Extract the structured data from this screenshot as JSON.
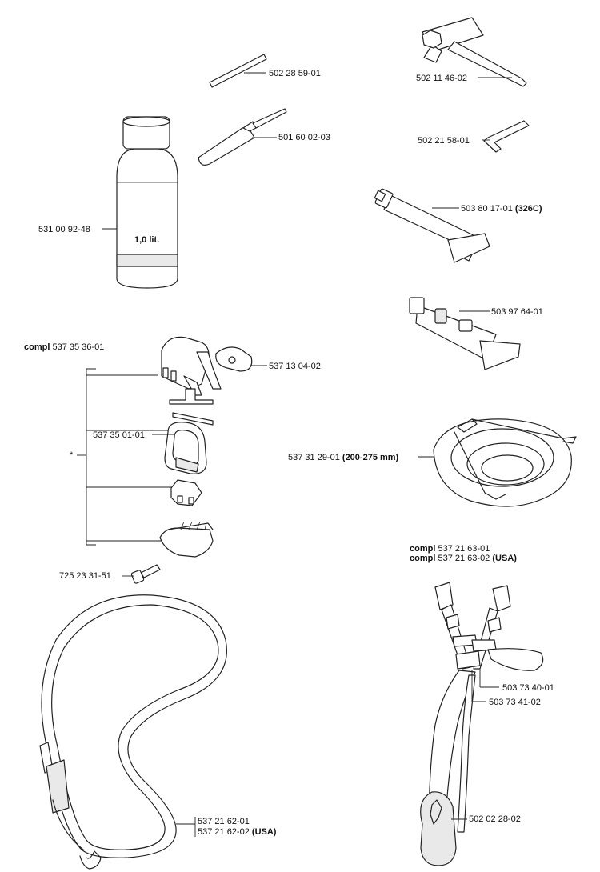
{
  "parts": {
    "rod": {
      "number": "502 28 59-01"
    },
    "screwdriver": {
      "number": "501 60 02-03"
    },
    "bottle": {
      "number": "531 00 92-48",
      "volume": "1,0 lit."
    },
    "wrench": {
      "number": "502 11 46-02"
    },
    "hex_key": {
      "number": "502 21 58-01"
    },
    "grease": {
      "number": "503 80 17-01",
      "note": "(326C)"
    },
    "tube2": {
      "number": "503 97 64-01"
    },
    "harness_kit": {
      "prefix": "compl",
      "number": "537 35 36-01"
    },
    "clip_cap": {
      "number": "537 13 04-02"
    },
    "d_ring": {
      "number": "537 35 01-01"
    },
    "marker": {
      "text": "*"
    },
    "bolt": {
      "number": "725 23 31-51"
    },
    "guard": {
      "number": "537 31 29-01",
      "note": "(200-275 mm)"
    },
    "harness_a": {
      "prefix": "compl",
      "number": "537 21 63-01"
    },
    "harness_b": {
      "prefix": "compl",
      "number": "537 21 63-02",
      "note": "(USA)"
    },
    "strap_part1": {
      "number": "503 73 40-01"
    },
    "strap_part2": {
      "number": "503 73 41-02"
    },
    "hook": {
      "number": "502 02 28-02"
    },
    "belt_a": {
      "number": "537 21 62-01"
    },
    "belt_b": {
      "number": "537 21 62-02",
      "note": "(USA)"
    }
  }
}
